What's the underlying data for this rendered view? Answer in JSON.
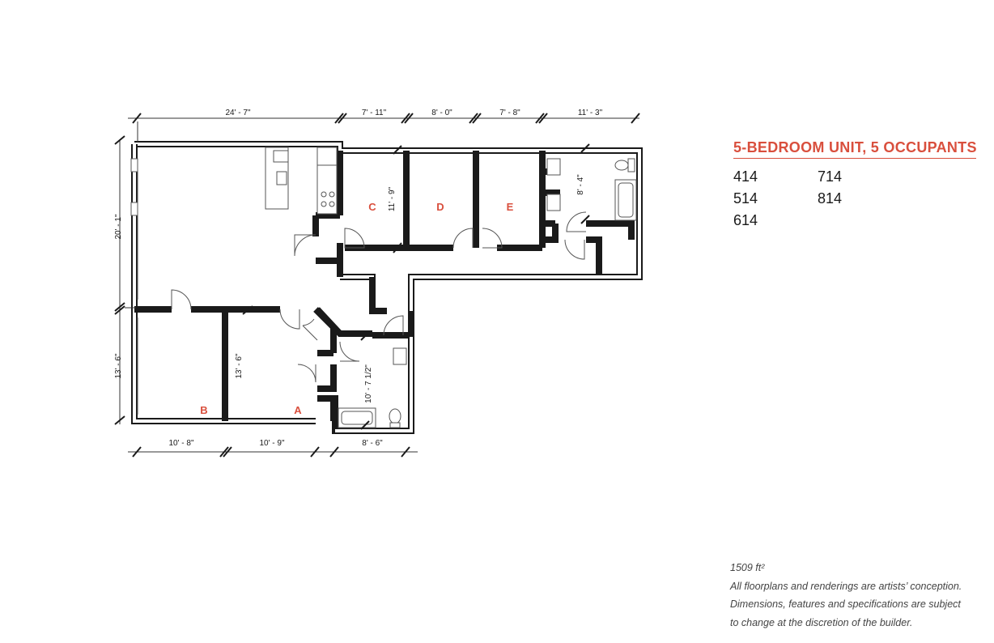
{
  "unit_title": "5-BEDROOM UNIT, 5 OCCUPANTS",
  "unit_numbers": [
    "414",
    "714",
    "514",
    "814",
    "614"
  ],
  "area": "1509 ft²",
  "disclaimer": [
    "All floorplans and renderings are artists’ conception.",
    "Dimensions, features and specifications are subject",
    "to change at the discretion of the builder."
  ],
  "rooms": {
    "A": "A",
    "B": "B",
    "C": "C",
    "D": "D",
    "E": "E"
  },
  "dimensions": {
    "top_living": "24' - 7\"",
    "top_c": "7' - 11\"",
    "top_d": "8' - 0\"",
    "top_e": "7' - 8\"",
    "top_bath": "11' - 3\"",
    "left_living": "20' - 1\"",
    "left_b": "13' - 6\"",
    "inner_a": "13' - 6\"",
    "c_depth": "11' - 9\"",
    "bath_e": "8' - 4\"",
    "bath_a": "10' - 7 1/2\"",
    "bottom_b": "10' - 8\"",
    "bottom_a": "10' - 9\"",
    "bottom_bath": "8' - 6\""
  },
  "colors": {
    "accent": "#d94f3d",
    "wall": "#1a1a1a"
  }
}
